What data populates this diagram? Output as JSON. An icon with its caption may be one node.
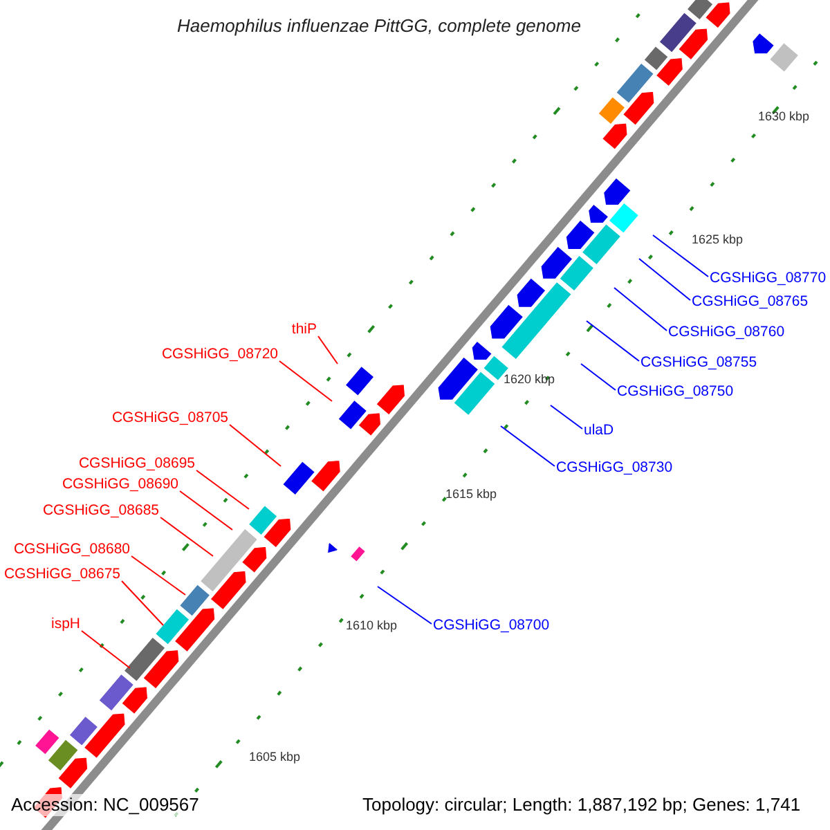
{
  "diagram": {
    "title": "Haemophilus influenzae PittGG, complete genome",
    "nodes": [
      {
        "text": [
          "thiP"
        ]
      },
      {
        "text": [
          "CGSHiGG_08720"
        ]
      },
      {
        "text": [
          "CGSHiGG_08705"
        ]
      },
      {
        "text": [
          "CGSHiGG_08695"
        ]
      },
      {
        "text": [
          "CGSHiGG_08690"
        ]
      },
      {
        "text": [
          "CGSHiGG_08685"
        ]
      },
      {
        "text": [
          "CGSHiGG_08680"
        ]
      },
      {
        "text": [
          "CGSHiGG_08675"
        ]
      },
      {
        "text": [
          "ispH"
        ]
      },
      {
        "text": [
          "CGSHiGG_08770"
        ]
      },
      {
        "text": [
          "CGSHiGG_08765"
        ]
      },
      {
        "text": [
          "CGSHiGG_08760"
        ]
      },
      {
        "text": [
          "CGSHiGG_08755"
        ]
      },
      {
        "text": [
          "CGSHiGG_08750"
        ]
      },
      {
        "text": [
          "ulaD"
        ]
      },
      {
        "text": [
          "CGSHiGG_08730"
        ]
      },
      {
        "text": [
          "CGSHiGG_08700"
        ]
      }
    ],
    "edges": [
      {
        "from": 0,
        "to": null,
        "arrow": "none"
      },
      {
        "from": 1,
        "to": null,
        "arrow": "none"
      },
      {
        "from": 2,
        "to": null,
        "arrow": "none"
      },
      {
        "from": 3,
        "to": null,
        "arrow": "none"
      },
      {
        "from": 4,
        "to": null,
        "arrow": "none"
      },
      {
        "from": 5,
        "to": null,
        "arrow": "none"
      },
      {
        "from": 6,
        "to": null,
        "arrow": "none"
      },
      {
        "from": 7,
        "to": null,
        "arrow": "none"
      },
      {
        "from": 8,
        "to": null,
        "arrow": "none"
      },
      {
        "from": 9,
        "to": null,
        "arrow": "none",
        "color": "#0000ff"
      },
      {
        "from": 10,
        "to": null,
        "arrow": "none",
        "color": "#0000ff"
      },
      {
        "from": 11,
        "to": null,
        "arrow": "none",
        "color": "#0000ff"
      },
      {
        "from": 12,
        "to": null,
        "arrow": "none",
        "color": "#0000ff"
      },
      {
        "from": 13,
        "to": null,
        "arrow": "none",
        "color": "#0000ff"
      },
      {
        "from": 14,
        "to": null,
        "arrow": "none",
        "color": "#0000ff"
      },
      {
        "from": 15,
        "to": null,
        "arrow": "none",
        "color": "#0000ff"
      },
      {
        "from": 16,
        "to": null,
        "arrow": "none",
        "color": "#0000ff"
      }
    ],
    "labels": [
      "1630 kbp",
      "1625 kbp",
      "1620 kbp",
      "1615 kbp",
      "1610 kbp",
      "1605 kbp",
      "Accession: NC_009567",
      "Topology: circular; Length: 1,887,192 bp; Genes: 1,741"
    ]
  }
}
